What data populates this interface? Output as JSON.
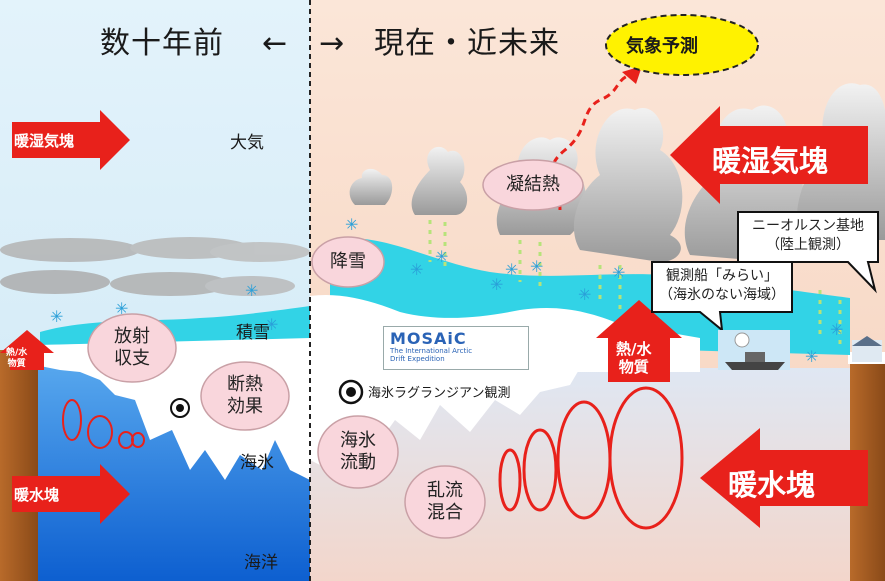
{
  "title": {
    "past": "数十年前",
    "arrows": "←　→",
    "present": "現在・近未来"
  },
  "forecast": "気象予測",
  "layers": {
    "atmosphere": "大気",
    "snow": "積雪",
    "sea_ice": "海氷",
    "ocean": "海洋"
  },
  "arrows": {
    "warm_moist_air_left": "暖湿気塊",
    "warm_moist_air_right": "暖湿気塊",
    "heat_water_left": "熱/水\n物質",
    "heat_water_right": "熱/水\n物質",
    "warm_water_left": "暖水塊",
    "warm_water_right": "暖水塊"
  },
  "bubbles": {
    "radiation": "放射\n収支",
    "insulation": "断熱\n効果",
    "condensation": "凝結熱",
    "snowfall": "降雪",
    "ice_drift": "海氷\n流動",
    "turbulence": "乱流\n混合"
  },
  "callouts": {
    "ny_alesund": "ニーオルスン基地\n（陸上観測）",
    "mirai": "観測船「みらい」\n（海氷のない海域）"
  },
  "mosaic": {
    "logo": "MOSAiC",
    "subtitle": "The International Arctic\nDrift Expedition"
  },
  "lagrangian_label": "海氷ラグランジアン観測",
  "colors": {
    "arrow_red": "#e8211b",
    "left_sky": "#d9eef8",
    "right_sky": "#f9dccb",
    "ocean_blue": "#1b6fd8",
    "forecast_yellow": "#fff200"
  }
}
